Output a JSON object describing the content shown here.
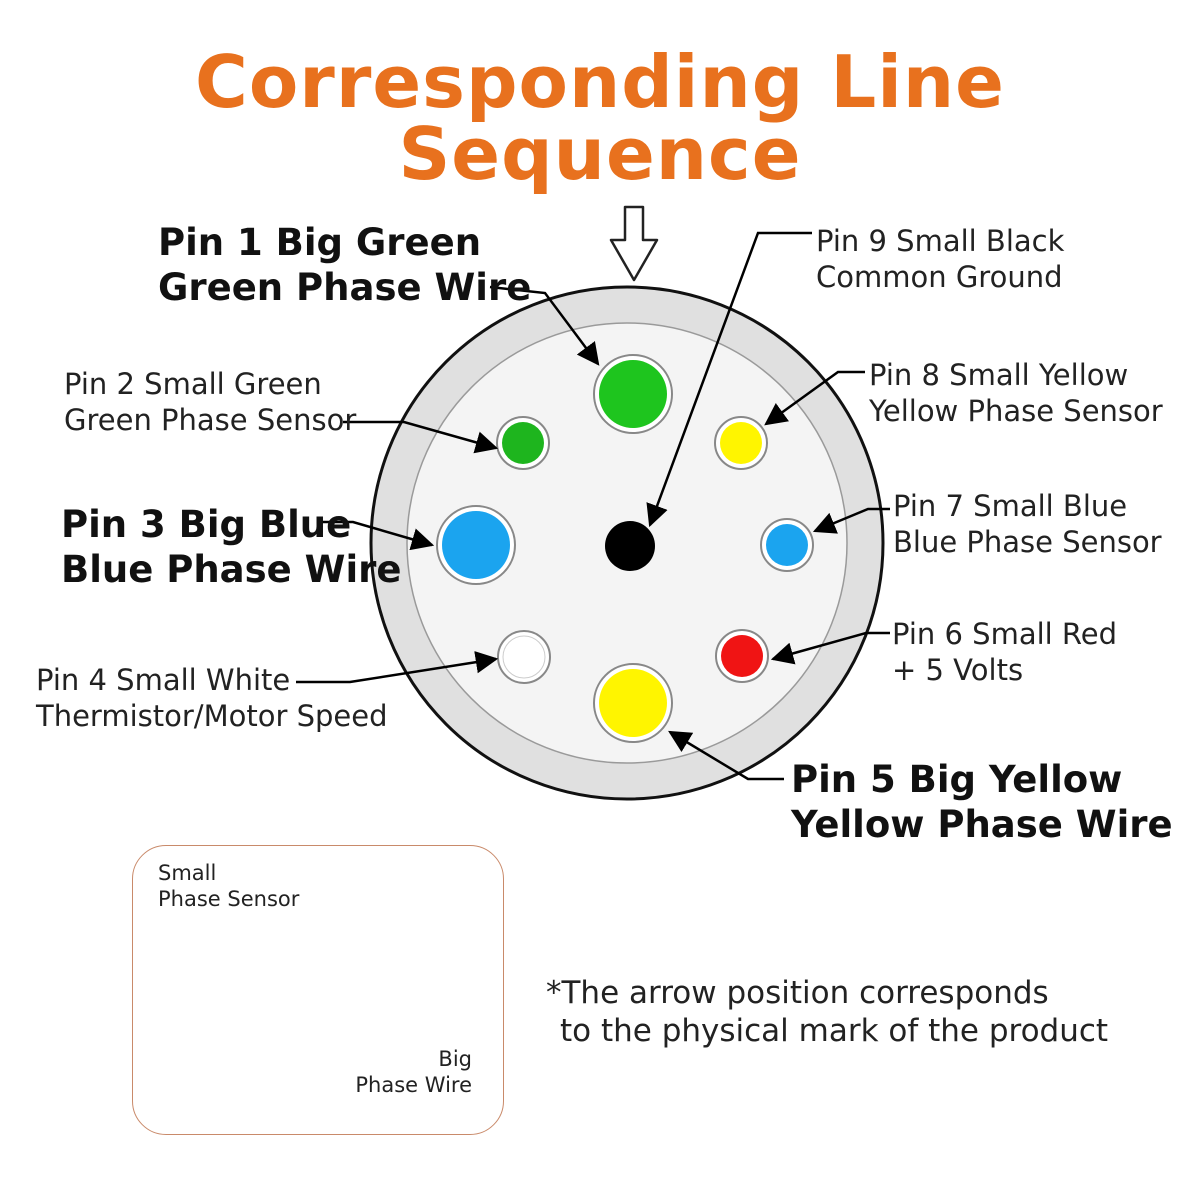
{
  "title": "Corresponding Line Sequence",
  "pins": [
    {
      "id": 1,
      "line1": "Pin 1 Big Green",
      "line2": "Green Phase Wire",
      "size": "big",
      "color": "#1ec51e"
    },
    {
      "id": 2,
      "line1": "Pin 2  Small Green",
      "line2": "Green Phase Sensor",
      "size": "small",
      "color": "#1eb51e"
    },
    {
      "id": 3,
      "line1": "Pin 3 Big Blue",
      "line2": "Blue Phase Wire",
      "size": "big",
      "color": "#1ba4ef"
    },
    {
      "id": 4,
      "line1": "Pin 4   Small White",
      "line2": "Thermistor/Motor Speed",
      "size": "small",
      "color": "#ffffff"
    },
    {
      "id": 5,
      "line1": "Pin 5 Big Yellow",
      "line2": "Yellow Phase Wire",
      "size": "big",
      "color": "#fff500"
    },
    {
      "id": 6,
      "line1": "Pin 6 Small Red",
      "line2": "+ 5 Volts",
      "size": "small",
      "color": "#f01414"
    },
    {
      "id": 7,
      "line1": "Pin 7 Small Blue",
      "line2": "Blue Phase Sensor",
      "size": "small",
      "color": "#1ba4ef"
    },
    {
      "id": 8,
      "line1": "Pin 8 Small Yellow",
      "line2": "Yellow Phase Sensor",
      "size": "small",
      "color": "#fff500"
    },
    {
      "id": 9,
      "line1": "Pin 9  Small Black",
      "line2": "Common Ground",
      "size": "small",
      "color": "#000000"
    }
  ],
  "inset": {
    "sensor_line1": "Small",
    "sensor_line2": "Phase Sensor",
    "wire_line1": "Big",
    "wire_line2": "Phase Wire"
  },
  "note": {
    "line1": "*The arrow position corresponds",
    "line2": "to the physical mark of the product"
  },
  "colors": {
    "title": "#e8711e",
    "connector_outer": "#e0e0e0",
    "connector_inner": "#f3f3f3",
    "inset_border": "#c98a6a"
  }
}
